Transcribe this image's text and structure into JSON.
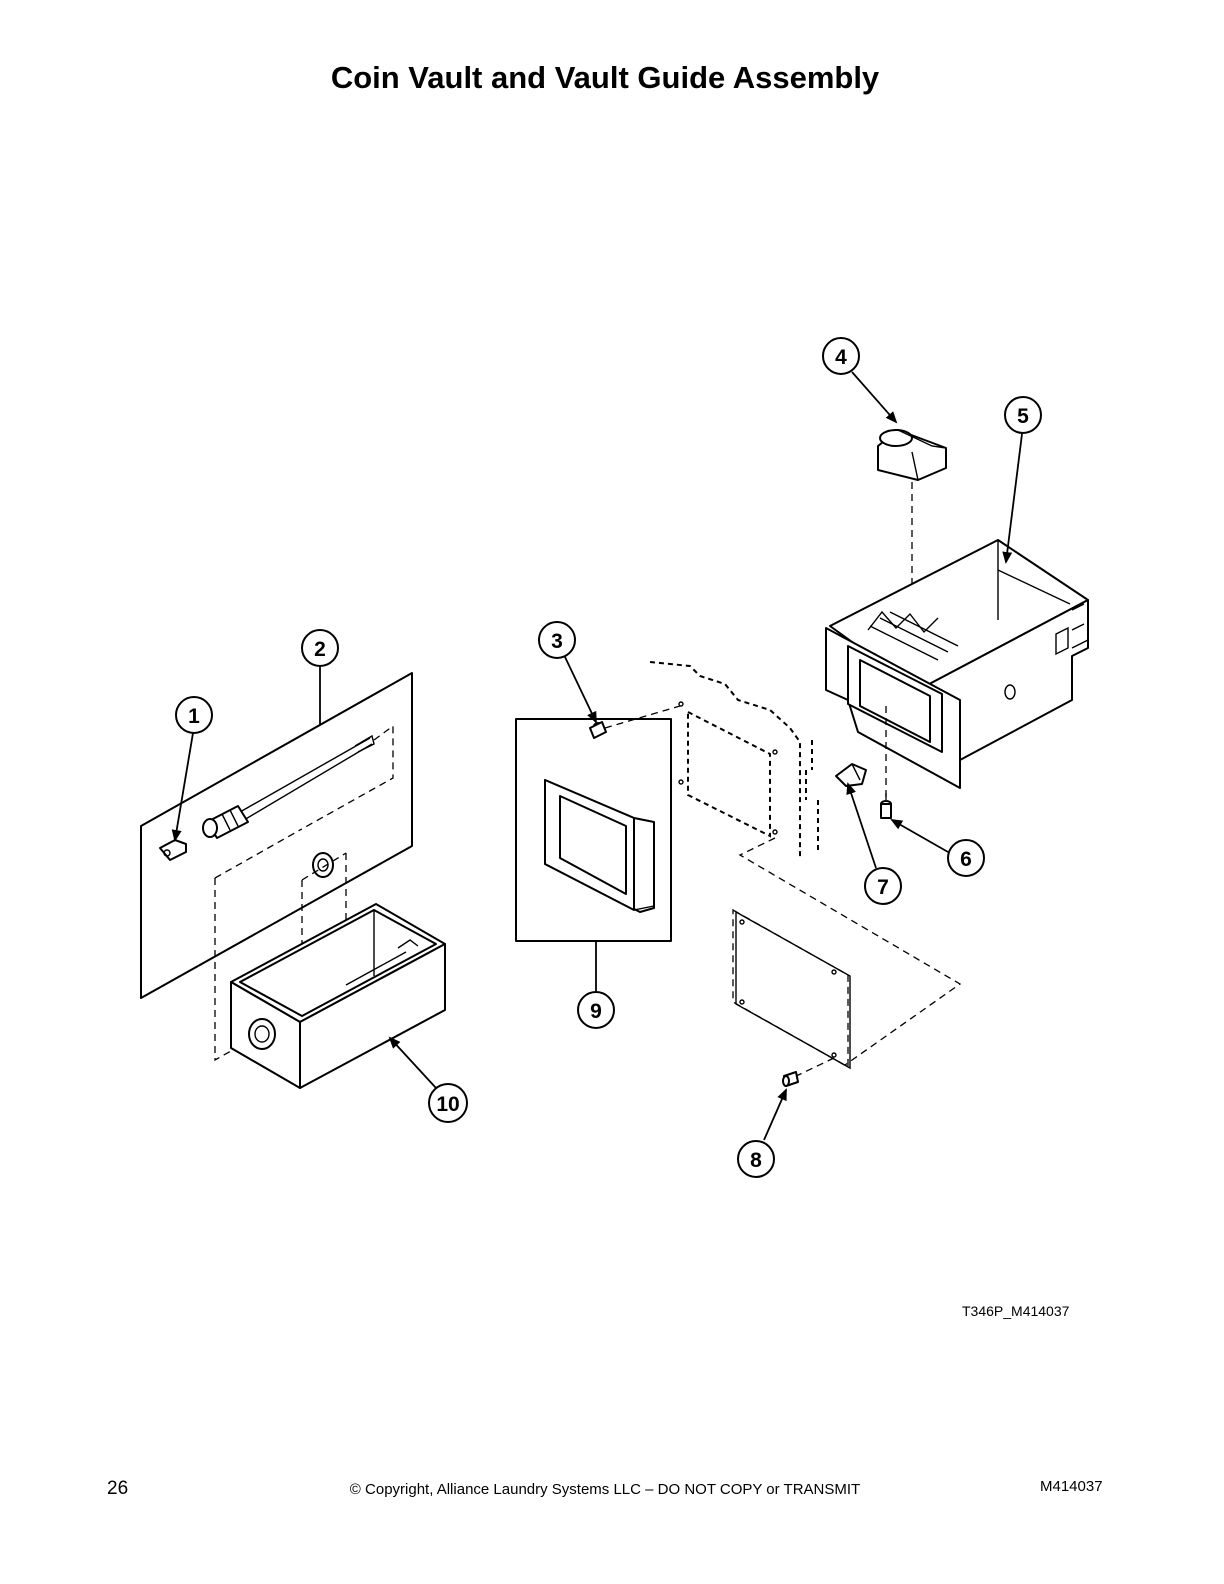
{
  "title": "Coin Vault and Vault Guide Assembly",
  "callouts": [
    {
      "id": "1",
      "label": "1"
    },
    {
      "id": "2",
      "label": "2"
    },
    {
      "id": "3",
      "label": "3"
    },
    {
      "id": "4",
      "label": "4"
    },
    {
      "id": "5",
      "label": "5"
    },
    {
      "id": "6",
      "label": "6"
    },
    {
      "id": "7",
      "label": "7"
    },
    {
      "id": "8",
      "label": "8"
    },
    {
      "id": "9",
      "label": "9"
    },
    {
      "id": "10",
      "label": "10"
    }
  ],
  "drawing_id": "T346P_M414037",
  "footer": {
    "page_number": "26",
    "copyright": "© Copyright, Alliance Laundry Systems LLC – DO NOT COPY or TRANSMIT",
    "document_number": "M414037"
  }
}
